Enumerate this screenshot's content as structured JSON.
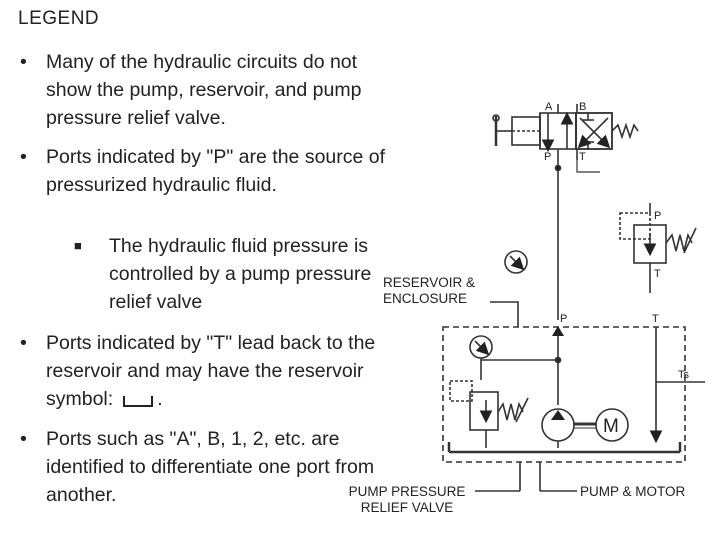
{
  "slide": {
    "title": "LEGEND"
  },
  "bullets": [
    {
      "text": "Many of the hydraulic circuits do not show the pump, reservoir, and pump pressure relief valve."
    },
    {
      "text": "Ports indicated by \"P\" are the source of pressurized hydraulic fluid."
    },
    {
      "text": "Ports indicated by \"T\" lead back to the reservoir and may have the reservoir symbol:",
      "suffix": "."
    },
    {
      "text": "Ports such as \"A\", B, 1, 2, etc. are identified to differentiate one port from another."
    }
  ],
  "sub_bullets": [
    {
      "text": "The hydraulic fluid pressure is controlled by a pump pressure relief valve"
    }
  ],
  "diagram": {
    "labels": {
      "reservoir_enclosure": "RESERVOIR & ENCLOSURE",
      "relief_valve": "PUMP PRESSURE RELIEF VALVE",
      "pump_motor": "PUMP & MOTOR"
    },
    "ports": {
      "valve_a": "A",
      "valve_b": "B",
      "valve_p": "P",
      "valve_t": "T",
      "relief_p": "P",
      "relief_t": "T",
      "supply_p": "P",
      "supply_t": "T",
      "ts": "Ts"
    },
    "motor_symbol": "M"
  }
}
